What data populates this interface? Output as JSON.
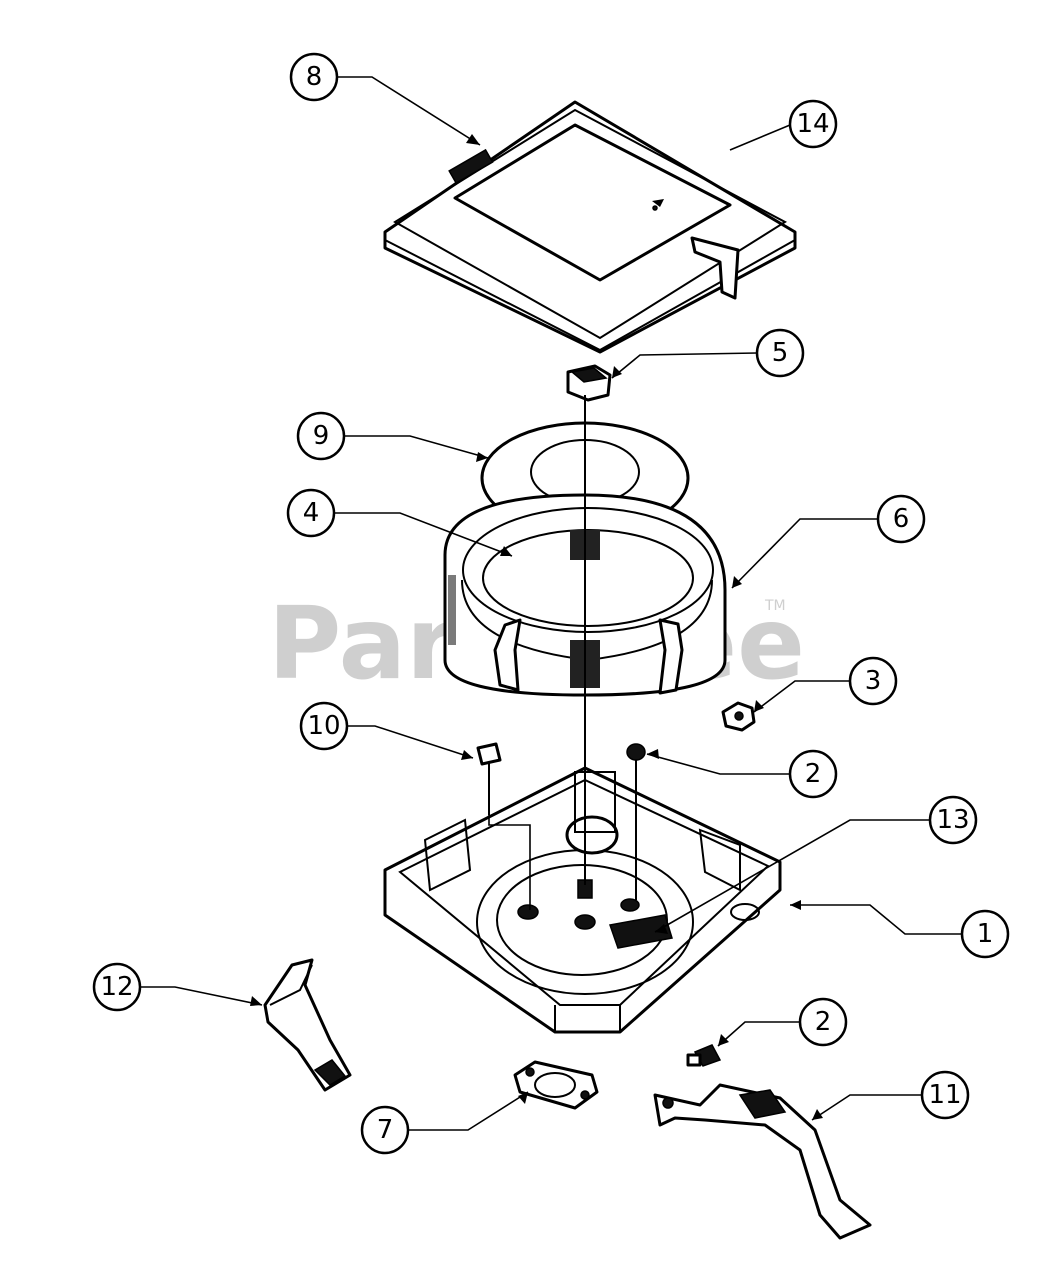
{
  "watermark": {
    "text": "PartsTree",
    "trademark": "TM"
  },
  "callouts": [
    {
      "key": "c8",
      "label": "8"
    },
    {
      "key": "c14",
      "label": "14"
    },
    {
      "key": "c5",
      "label": "5"
    },
    {
      "key": "c9",
      "label": "9"
    },
    {
      "key": "c4",
      "label": "4"
    },
    {
      "key": "c6",
      "label": "6"
    },
    {
      "key": "c3",
      "label": "3"
    },
    {
      "key": "c10",
      "label": "10"
    },
    {
      "key": "c2a",
      "label": "2"
    },
    {
      "key": "c13",
      "label": "13"
    },
    {
      "key": "c1",
      "label": "1"
    },
    {
      "key": "c12",
      "label": "12"
    },
    {
      "key": "c2b",
      "label": "2"
    },
    {
      "key": "c7",
      "label": "7"
    },
    {
      "key": "c11",
      "label": "11"
    }
  ]
}
